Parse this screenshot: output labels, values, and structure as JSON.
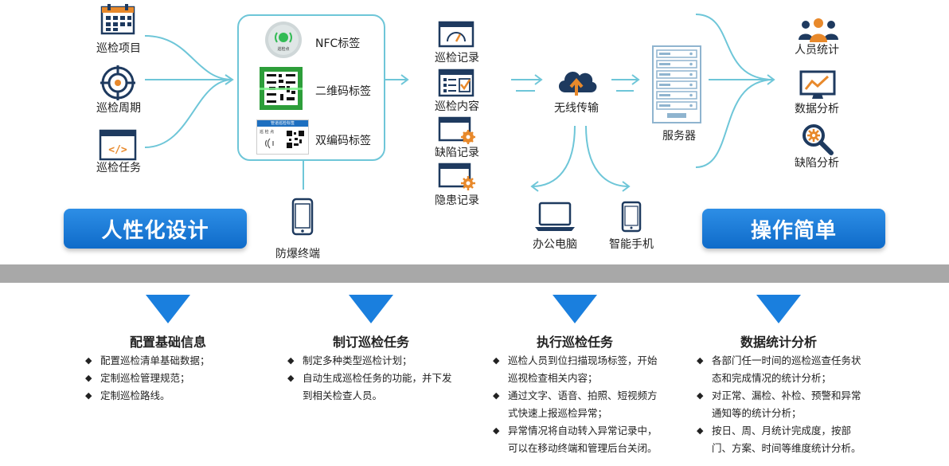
{
  "inputs": [
    "巡检项目",
    "巡检周期",
    "巡检任务"
  ],
  "tags": [
    "NFC标签",
    "二维码标签",
    "双编码标签"
  ],
  "nfc_tag_text": "巡检点",
  "dual_tag_text": {
    "header": "管道巡检标签",
    "title": "巡 检 点"
  },
  "terminal": "防爆终端",
  "records": [
    "巡检记录",
    "巡检内容",
    "缺陷记录",
    "隐患记录"
  ],
  "transfer": "无线传输",
  "devices": [
    "办公电脑",
    "智能手机"
  ],
  "server": "服务器",
  "analysis": [
    "人员统计",
    "数据分析",
    "缺陷分析"
  ],
  "banners": {
    "left": "人性化设计",
    "right": "操作简单"
  },
  "colors": {
    "accent": "#1a7fde",
    "flow": "#6ec6d8",
    "band": "#a8a8a8",
    "icon_orange": "#e8892b"
  },
  "columns": [
    {
      "title": "配置基础信息",
      "bullets": [
        "配置巡检清单基础数据；",
        "定制巡检管理规范；",
        "定制巡检路线。"
      ]
    },
    {
      "title": "制订巡检任务",
      "bullets": [
        "制定多种类型巡检计划；",
        "自动生成巡检任务的功能，并下发到相关检查人员。"
      ]
    },
    {
      "title": "执行巡检任务",
      "bullets": [
        "巡检人员到位扫描现场标签，开始巡视检查相关内容；",
        "通过文字、语音、拍照、短视频方式快速上报巡检异常；",
        "异常情况将自动转入异常记录中，可以在移动终端和管理后台关闭。"
      ]
    },
    {
      "title": "数据统计分析",
      "bullets": [
        "各部门任一时间的巡检巡查任务状态和完成情况的统计分析；",
        "对正常、漏检、补检、预警和异常通知等的统计分析；",
        "按日、周、月统计完成度，按部门、方案、时间等维度统计分析。"
      ]
    }
  ]
}
